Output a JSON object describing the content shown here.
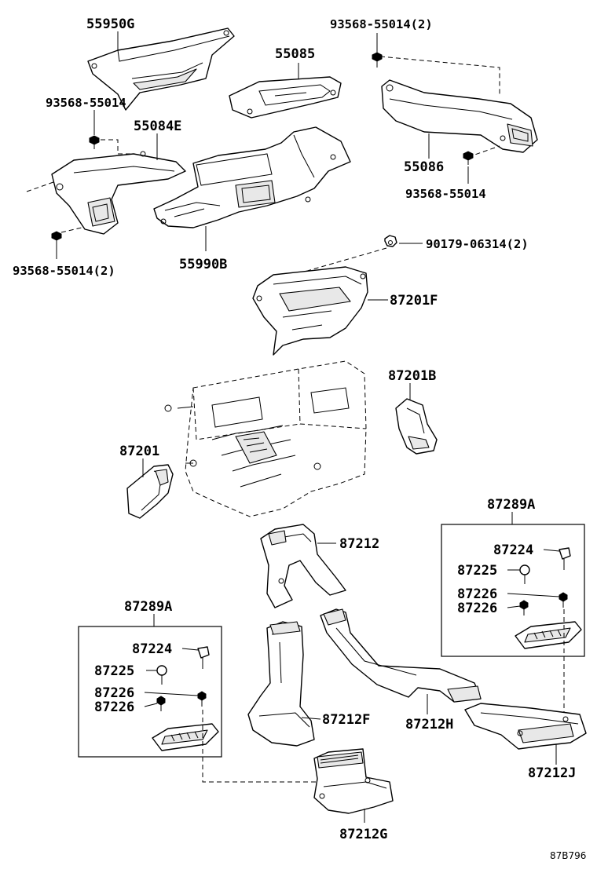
{
  "labels": {
    "p55950G": "55950G",
    "p93568_55014_2_top": "93568-55014(2)",
    "p55085": "55085",
    "p93568_55014_a": "93568-55014",
    "p55084E": "55084E",
    "p55086": "55086",
    "p93568_55014_b": "93568-55014",
    "p93568_55014_2_left": "93568-55014(2)",
    "p55990B": "55990B",
    "p90179_06314_2": "90179-06314(2)",
    "p87201F": "87201F",
    "p87201B": "87201B",
    "p87201": "87201",
    "p87289A_right": "87289A",
    "p87212": "87212",
    "p87224_right": "87224",
    "p87225_right": "87225",
    "p87226_right_1": "87226",
    "p87226_right_2": "87226",
    "p87289A_left": "87289A",
    "p87224_left": "87224",
    "p87225_left": "87225",
    "p87226_left_1": "87226",
    "p87226_left_2": "87226",
    "p87212F": "87212F",
    "p87212H": "87212H",
    "p87212J": "87212J",
    "p87212G": "87212G"
  },
  "diagram_code": "87B796"
}
